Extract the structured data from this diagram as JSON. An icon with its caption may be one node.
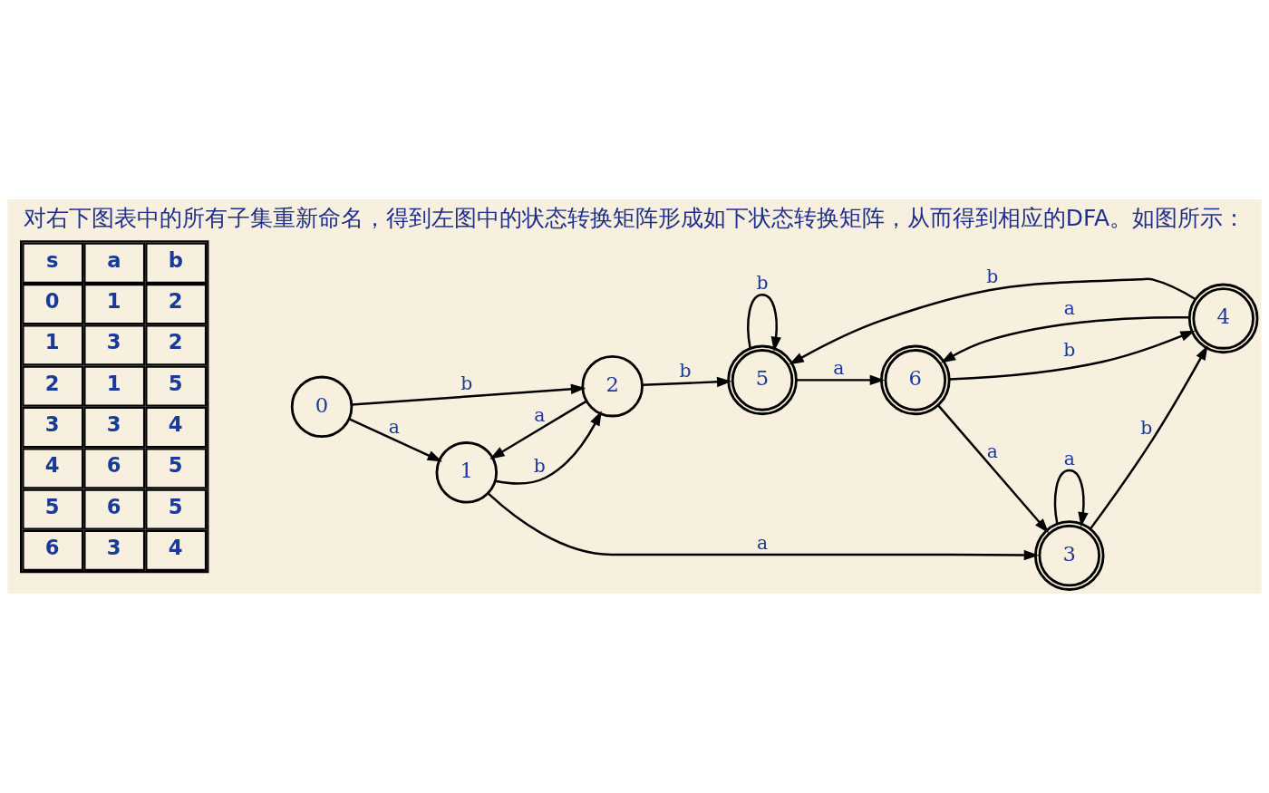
{
  "diagram": {
    "title": "对右下图表中的所有子集重新命名，得到左图中的状态转换矩阵形成如下状态转换矩阵，从而得到相应的DFA。如图所示：",
    "nodes": [
      {
        "text": [
          "0"
        ]
      },
      {
        "text": [
          "1"
        ]
      },
      {
        "text": [
          "2"
        ]
      },
      {
        "text": [
          "3"
        ]
      },
      {
        "text": [
          "4"
        ]
      },
      {
        "text": [
          "5"
        ]
      },
      {
        "text": [
          "6"
        ]
      }
    ],
    "edges": [
      {
        "from": 0,
        "to": 1,
        "arrow": "to",
        "label": "a"
      },
      {
        "from": 0,
        "to": 2,
        "arrow": "to",
        "label": "b"
      },
      {
        "from": 1,
        "to": 3,
        "arrow": "to",
        "label": "a"
      },
      {
        "from": 1,
        "to": 2,
        "arrow": "to",
        "label": "b"
      },
      {
        "from": 2,
        "to": 1,
        "arrow": "to",
        "label": "a"
      },
      {
        "from": 2,
        "to": 5,
        "arrow": "to",
        "label": "b"
      },
      {
        "from": 3,
        "to": 3,
        "arrow": "to",
        "label": "a"
      },
      {
        "from": 3,
        "to": 4,
        "arrow": "to",
        "label": "b"
      },
      {
        "from": 4,
        "to": 6,
        "arrow": "to",
        "label": "a"
      },
      {
        "from": 4,
        "to": 5,
        "arrow": "to",
        "label": "b"
      },
      {
        "from": 5,
        "to": 6,
        "arrow": "to",
        "label": "a"
      },
      {
        "from": 5,
        "to": 5,
        "arrow": "to",
        "label": "b"
      },
      {
        "from": 6,
        "to": 3,
        "arrow": "to",
        "label": "a"
      },
      {
        "from": 6,
        "to": 4,
        "arrow": "to",
        "label": "b"
      }
    ],
    "labels": [
      "s",
      "a",
      "b",
      "0",
      "1",
      "2",
      "1",
      "3",
      "2",
      "2",
      "1",
      "5",
      "3",
      "3",
      "4",
      "4",
      "6",
      "5",
      "5",
      "6",
      "5",
      "6",
      "3",
      "4"
    ]
  }
}
